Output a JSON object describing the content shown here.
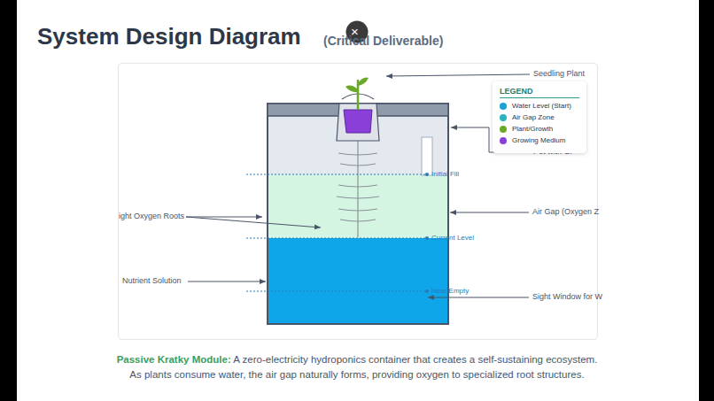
{
  "diagram": {
    "title": "System Design Diagram",
    "caption": "A zero-electricity hydroponics container that creates a self-sustaining ecosystem. As plants consume water, the air gap naturally forms, providing oxygen to specialized root structures.",
    "labels": [
      "(Critical Deliverable)",
      "×",
      "Seedling Plant",
      "Pot with Gr",
      "ight Oxygen Roots",
      "Air Gap (Oxygen Z",
      "Nutrient Solution",
      "Sight Window for W",
      "Initial Fill",
      "Current Level",
      "Near Empty",
      "LEGEND",
      "Passive Kratky Module:"
    ],
    "legend": [
      {
        "text": "Water Level (Start)",
        "color": "#1a9fd6"
      },
      {
        "text": "Air Gap Zone",
        "color": "#2bb3c0"
      },
      {
        "text": "Plant/Growth",
        "color": "#6aa82a"
      },
      {
        "text": "Growing Medium",
        "color": "#8b3fd9"
      }
    ]
  }
}
